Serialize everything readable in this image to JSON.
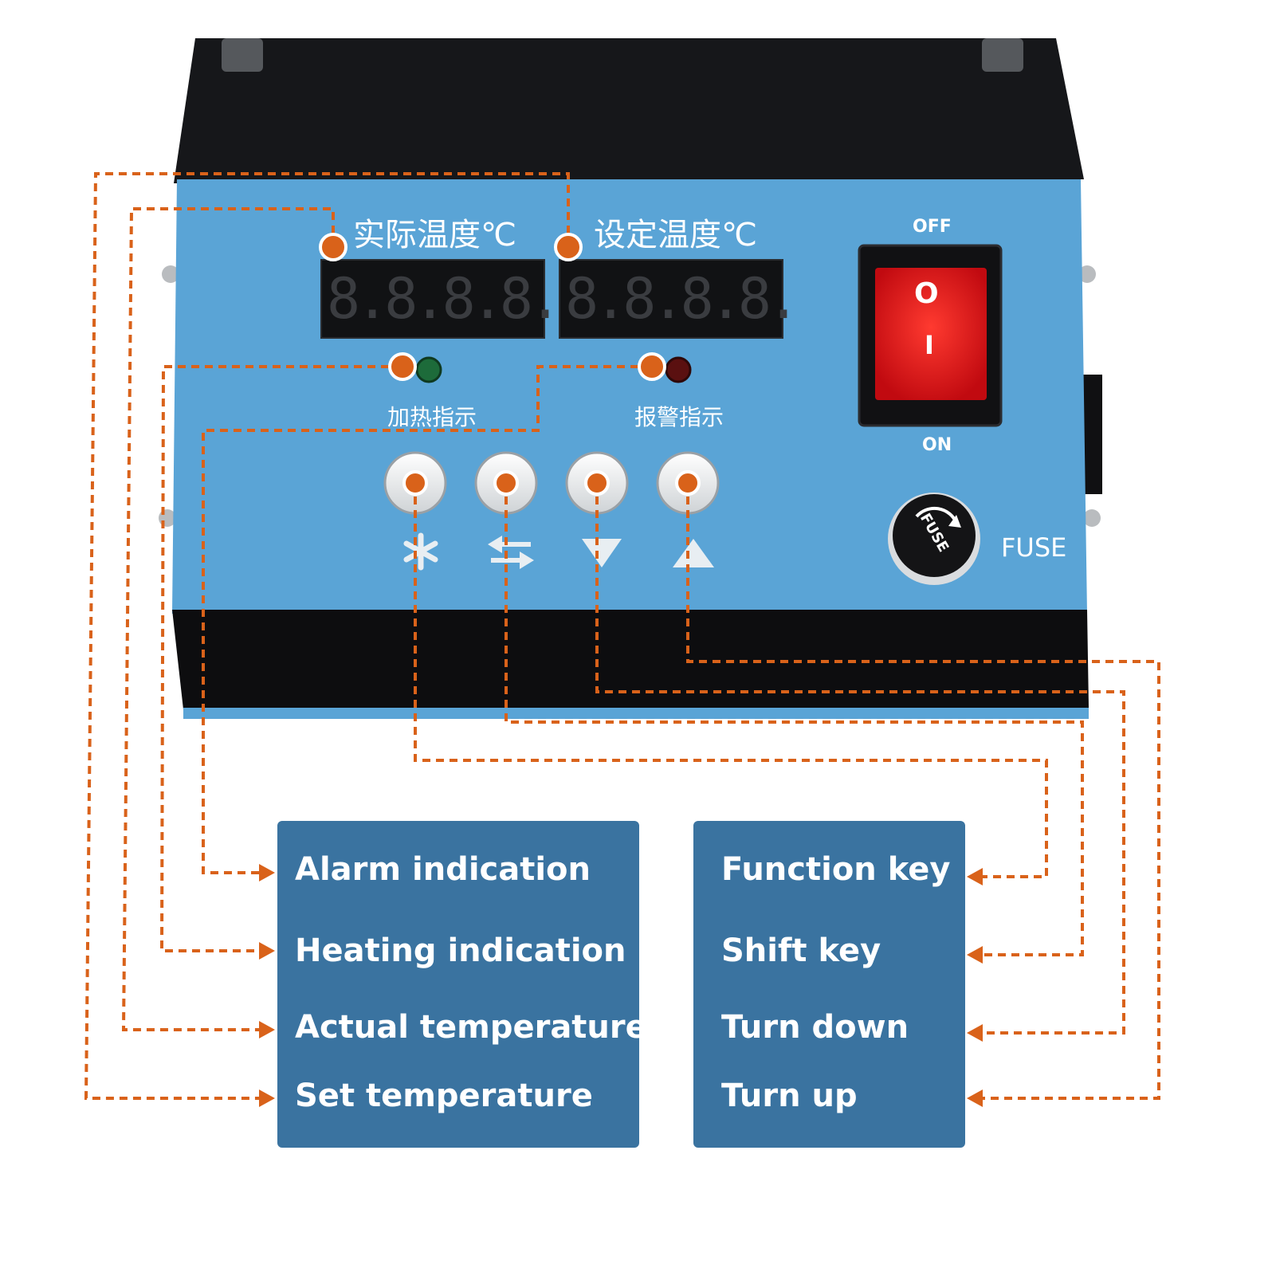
{
  "panel": {
    "actual_temp_label": "实际温度℃",
    "set_temp_label": "设定温度℃",
    "actual_display": "8.8.8.8.",
    "set_display": "8.8.8.8.",
    "heating_led_label": "加热指示",
    "alarm_led_label": "报警指示",
    "switch_off_label": "OFF",
    "switch_on_label": "ON",
    "switch_symbol_off": "O",
    "switch_symbol_on": "I",
    "fuse_label": "FUSE",
    "fuse_cap_text": "FUSE"
  },
  "left_box": {
    "items": [
      "Alarm indication",
      "Heating indication",
      "Actual temperature",
      "Set temperature"
    ]
  },
  "right_box": {
    "items": [
      "Function key",
      "Shift key",
      "Turn down",
      "Turn up"
    ]
  },
  "colors": {
    "panel_blue": "#5aa4d6",
    "label_box_blue": "#3a73a0",
    "callout_orange": "#d9621a",
    "heating_led": "#1d6b3a",
    "alarm_led": "#5a1010",
    "switch_red": "#e0141a"
  },
  "icons": [
    "function-asterisk-icon",
    "shift-arrows-icon",
    "turn-down-triangle-icon",
    "turn-up-triangle-icon",
    "fuse-arrow-icon"
  ]
}
